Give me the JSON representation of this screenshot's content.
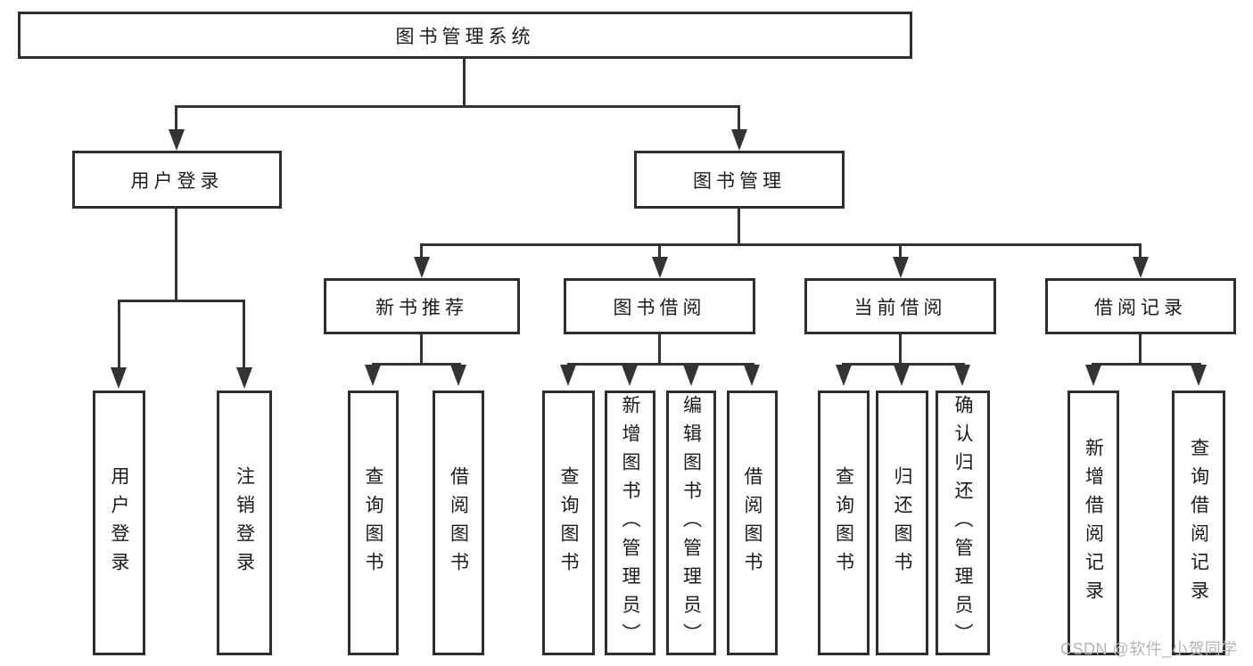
{
  "diagram": {
    "title": "图书管理系统",
    "tree": {
      "label": "图书管理系统",
      "children": [
        {
          "label": "用户登录",
          "children": [
            {
              "label": "用户登录"
            },
            {
              "label": "注销登录"
            }
          ]
        },
        {
          "label": "图书管理",
          "children": [
            {
              "label": "新书推荐",
              "children": [
                {
                  "label": "查询图书"
                },
                {
                  "label": "借阅图书"
                }
              ]
            },
            {
              "label": "图书借阅",
              "children": [
                {
                  "label": "查询图书"
                },
                {
                  "label": "新增图书（管理员）"
                },
                {
                  "label": "编辑图书（管理员）"
                },
                {
                  "label": "借阅图书"
                }
              ]
            },
            {
              "label": "当前借阅",
              "children": [
                {
                  "label": "查询图书"
                },
                {
                  "label": "归还图书"
                },
                {
                  "label": "确认归还（管理员）"
                }
              ]
            },
            {
              "label": "借阅记录",
              "children": [
                {
                  "label": "新增借阅记录"
                },
                {
                  "label": "查询借阅记录"
                }
              ]
            }
          ]
        }
      ]
    },
    "colors": {
      "line": "#333333",
      "box_border": "#2e2e2e",
      "text": "#1c1c1c",
      "background": "#ffffff"
    }
  },
  "watermark": {
    "text": "CSDN @软件_小贺同学",
    "color": "#b5b5b5"
  }
}
